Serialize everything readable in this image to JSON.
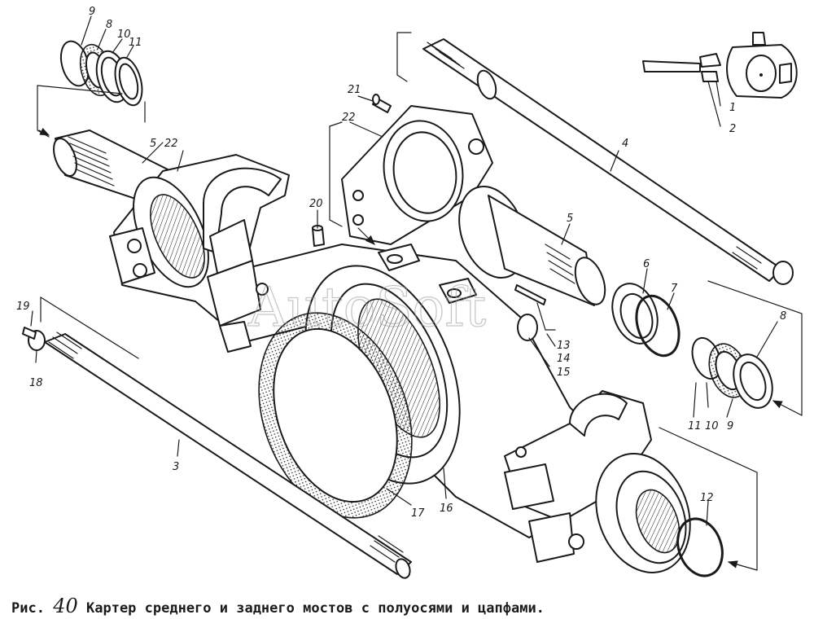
{
  "caption": {
    "prefix": "Рис.",
    "number": "40",
    "title": "Картер среднего и заднего мостов с полуосями и цапфами."
  },
  "watermark": "AutoSoft",
  "callouts": [
    {
      "id": "c1",
      "text": "1"
    },
    {
      "id": "c2",
      "text": "2"
    },
    {
      "id": "c3",
      "text": "3"
    },
    {
      "id": "c4",
      "text": "4"
    },
    {
      "id": "c5a",
      "text": "5"
    },
    {
      "id": "c5b",
      "text": "5"
    },
    {
      "id": "c6",
      "text": "6"
    },
    {
      "id": "c7",
      "text": "7"
    },
    {
      "id": "c8a",
      "text": "8"
    },
    {
      "id": "c8b",
      "text": "8"
    },
    {
      "id": "c9a",
      "text": "9"
    },
    {
      "id": "c9b",
      "text": "9"
    },
    {
      "id": "c10a",
      "text": "10"
    },
    {
      "id": "c10b",
      "text": "10"
    },
    {
      "id": "c11a",
      "text": "11"
    },
    {
      "id": "c11b",
      "text": "11"
    },
    {
      "id": "c12",
      "text": "12"
    },
    {
      "id": "c13",
      "text": "13"
    },
    {
      "id": "c14",
      "text": "14"
    },
    {
      "id": "c15",
      "text": "15"
    },
    {
      "id": "c16",
      "text": "16"
    },
    {
      "id": "c17",
      "text": "17"
    },
    {
      "id": "c18",
      "text": "18"
    },
    {
      "id": "c19",
      "text": "19"
    },
    {
      "id": "c20",
      "text": "20"
    },
    {
      "id": "c21",
      "text": "21"
    },
    {
      "id": "c22a",
      "text": "22"
    },
    {
      "id": "c22b",
      "text": "22"
    }
  ]
}
